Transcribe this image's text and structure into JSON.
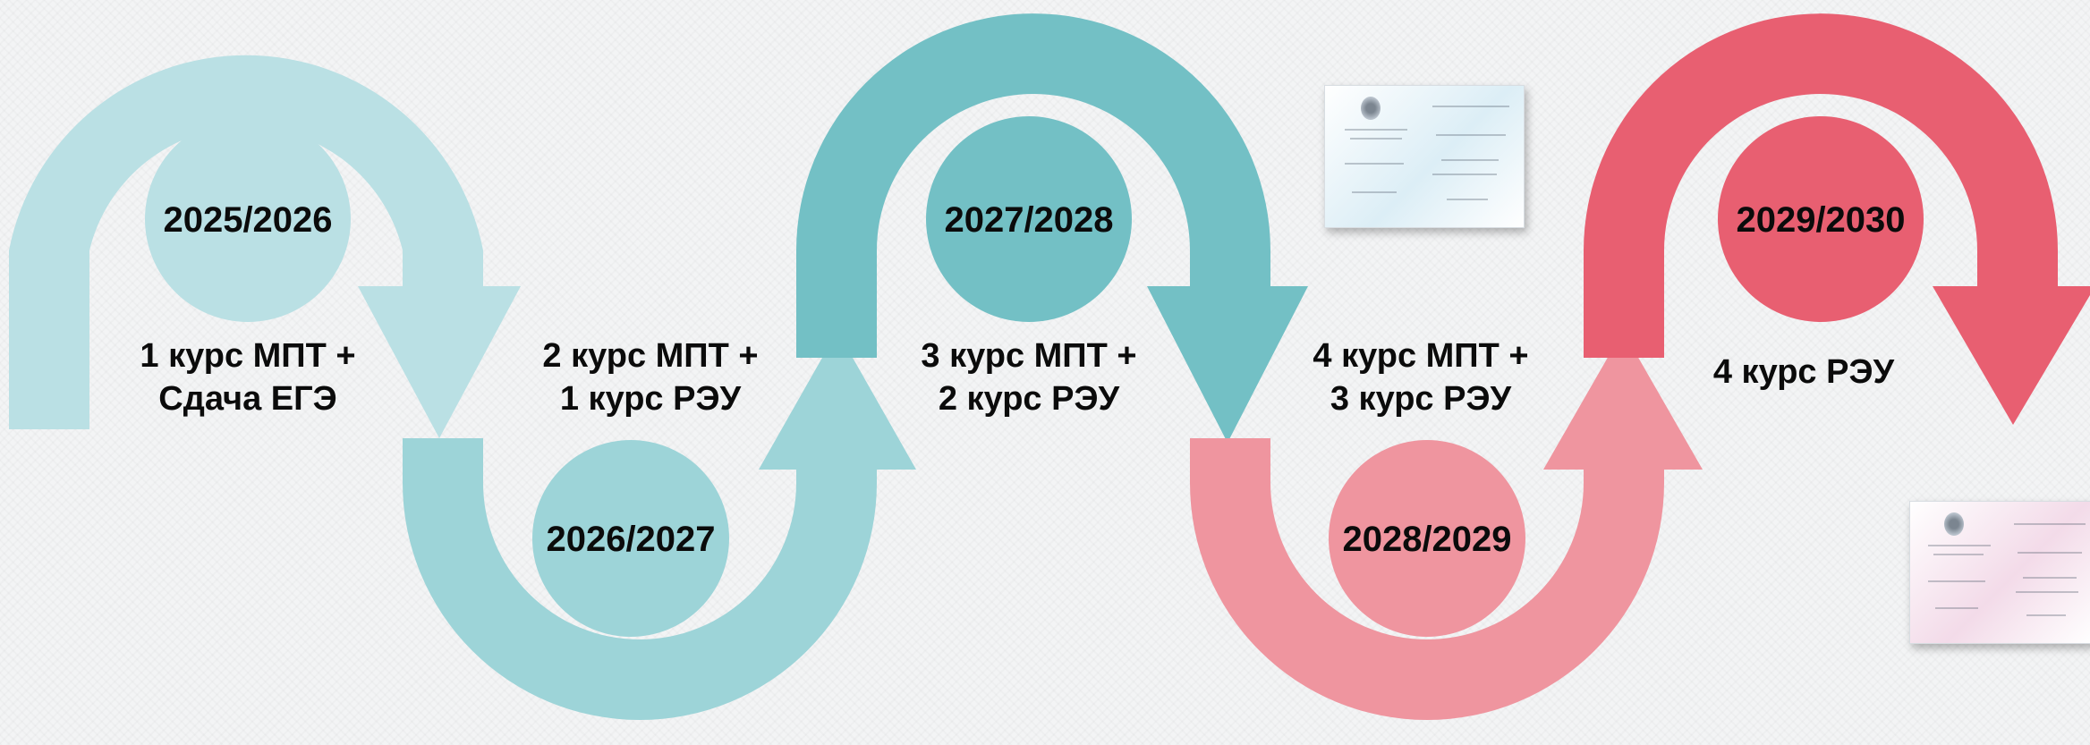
{
  "steps": [
    {
      "year": "2025/2026",
      "lines": [
        "1 курс МПТ +",
        "Сдача ЕГЭ"
      ],
      "color": "#bae0e4"
    },
    {
      "year": "2026/2027",
      "lines": [
        "2 курс МПТ +",
        "1 курс РЭУ"
      ],
      "color": "#9dd4d8"
    },
    {
      "year": "2027/2028",
      "lines": [
        "3 курс МПТ +",
        "2 курс РЭУ"
      ],
      "color": "#73c0c5"
    },
    {
      "year": "2028/2029",
      "lines": [
        "4 курс МПТ +",
        "3 курс РЭУ"
      ],
      "color": "#ef959f"
    },
    {
      "year": "2029/2030",
      "lines": [
        "4 курс РЭУ"
      ],
      "color": "#e85f71"
    }
  ],
  "images": [
    {
      "name": "diploma-blue-image",
      "tint": "#dceef6"
    },
    {
      "name": "diploma-pink-image",
      "tint": "#f3dbe9"
    }
  ]
}
